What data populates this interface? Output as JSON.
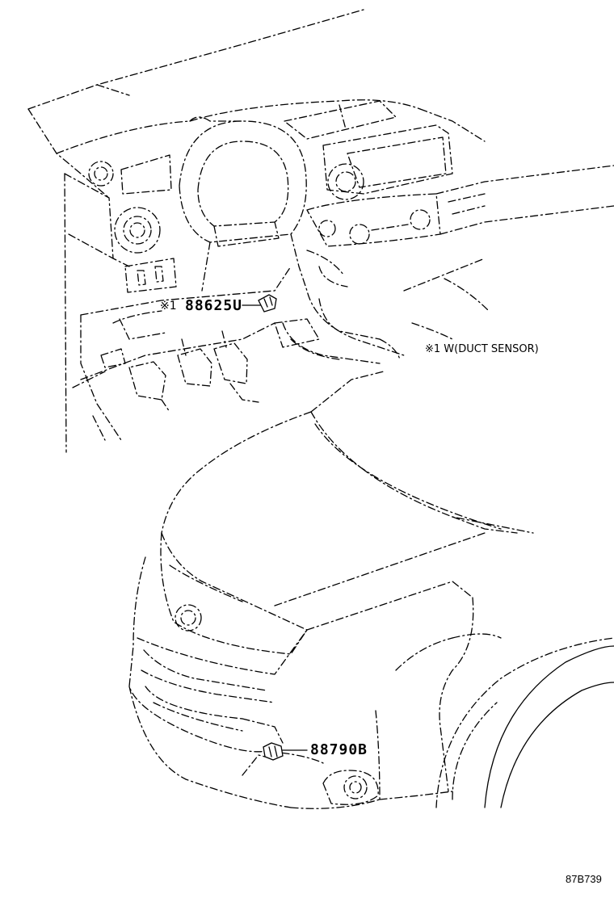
{
  "interior": {
    "marker": "※1",
    "part_number": "88625U",
    "footnote": "※1 W(DUCT SENSOR)"
  },
  "exterior": {
    "part_number": "88790B"
  },
  "reference_code": "87B739",
  "icons": {
    "duct_sensor": "duct-sensor-icon",
    "ambient_sensor": "ambient-sensor-icon"
  }
}
